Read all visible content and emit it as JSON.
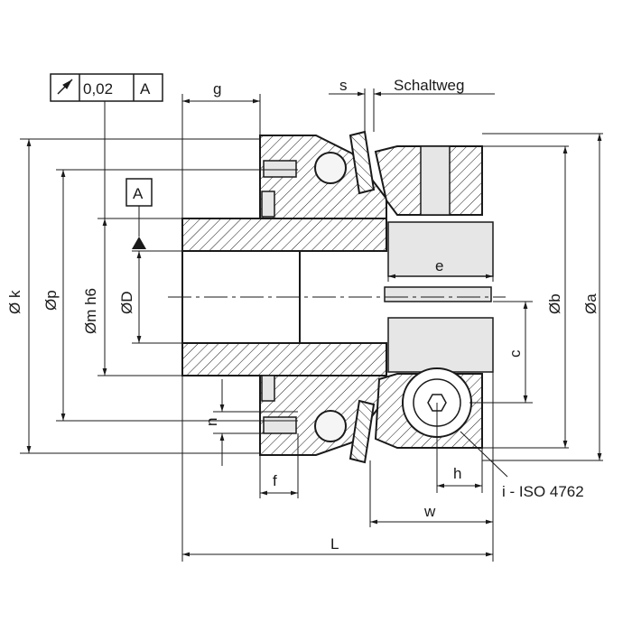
{
  "tolerance_frame": {
    "symbol": "circular-runout-arrow",
    "value": "0,02",
    "datum": "A"
  },
  "datum_label": "A",
  "dimensions": {
    "g": "g",
    "s": "s",
    "schaltweg": "Schaltweg",
    "k": "Ø k",
    "p": "Øp",
    "m": "Øm h6",
    "D": "ØD",
    "e": "e",
    "b": "Øb",
    "a": "Øa",
    "c": "c",
    "n": "n",
    "f": "f",
    "h": "h",
    "i": "i - ISO 4762",
    "w": "w",
    "L": "L"
  },
  "colors": {
    "line": "#1a1a1a",
    "fill_grey": "#e6e6e6"
  }
}
